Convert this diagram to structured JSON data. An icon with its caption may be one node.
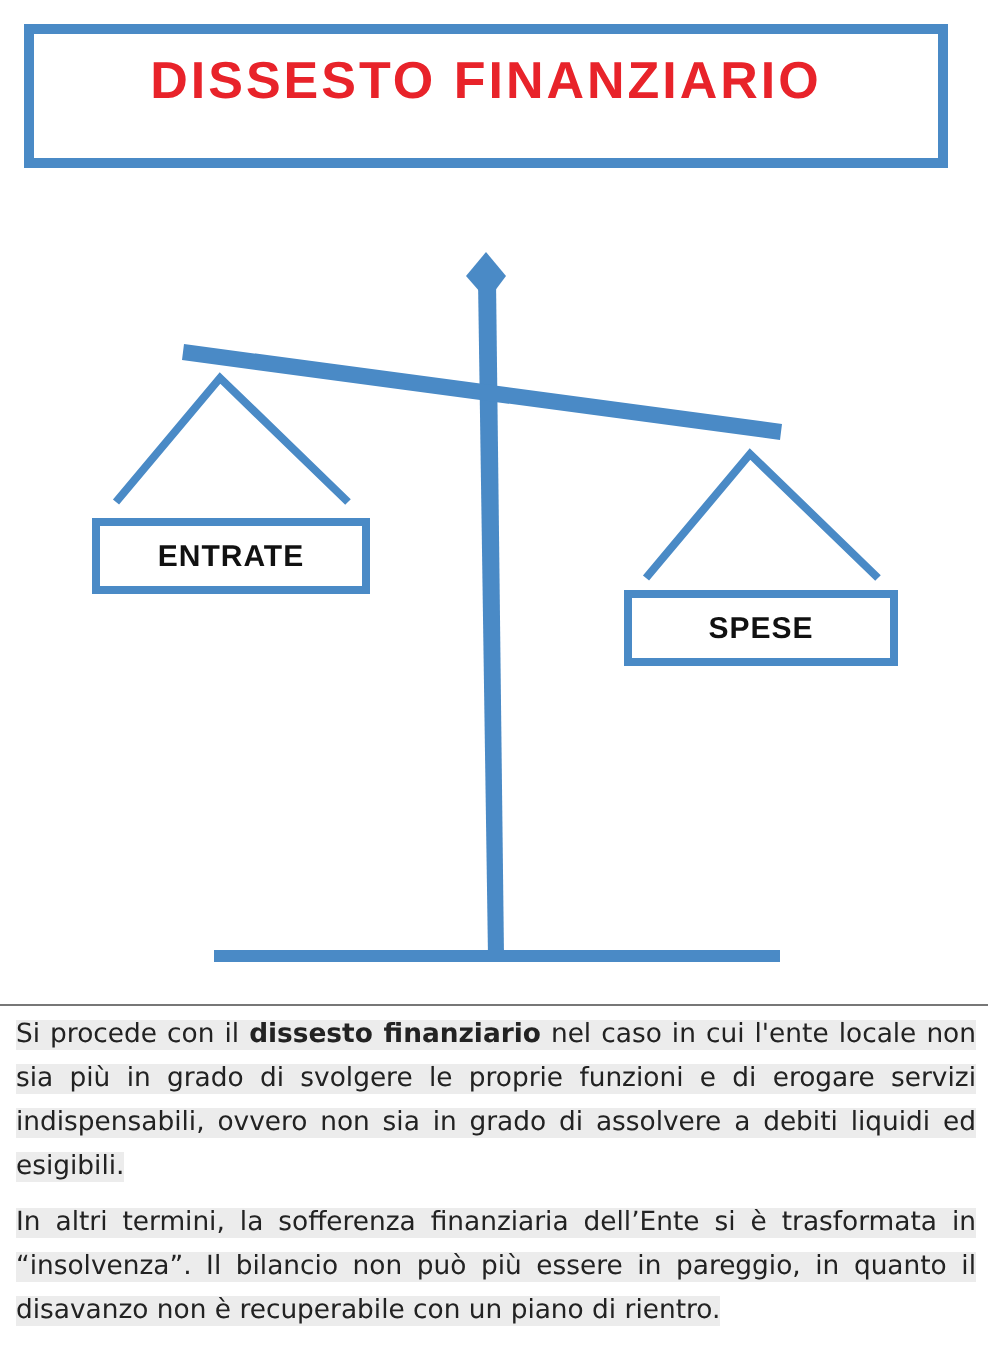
{
  "diagram": {
    "nodes": [
      {
        "text": [
          "DISSESTO FINANZIARIO"
        ]
      },
      {
        "text": [
          "ENTRATE"
        ]
      },
      {
        "text": [
          "SPESE"
        ]
      }
    ],
    "labels": [
      "Si procede con il **dissesto finanziario** nel caso in cui l'ente locale non sia più in grado di svolgere le proprie funzioni e di erogare servizi indispensabili, ovvero non sia in grado di assolvere a debiti liquidi ed esigibili.",
      "In altri termini, la sofferenza finanziaria dell’Ente si è trasformata in “insolvenza”. Il bilancio non può più essere in pareggio, in quanto il disavanzo non è recuperabile con un piano di rientro."
    ]
  }
}
